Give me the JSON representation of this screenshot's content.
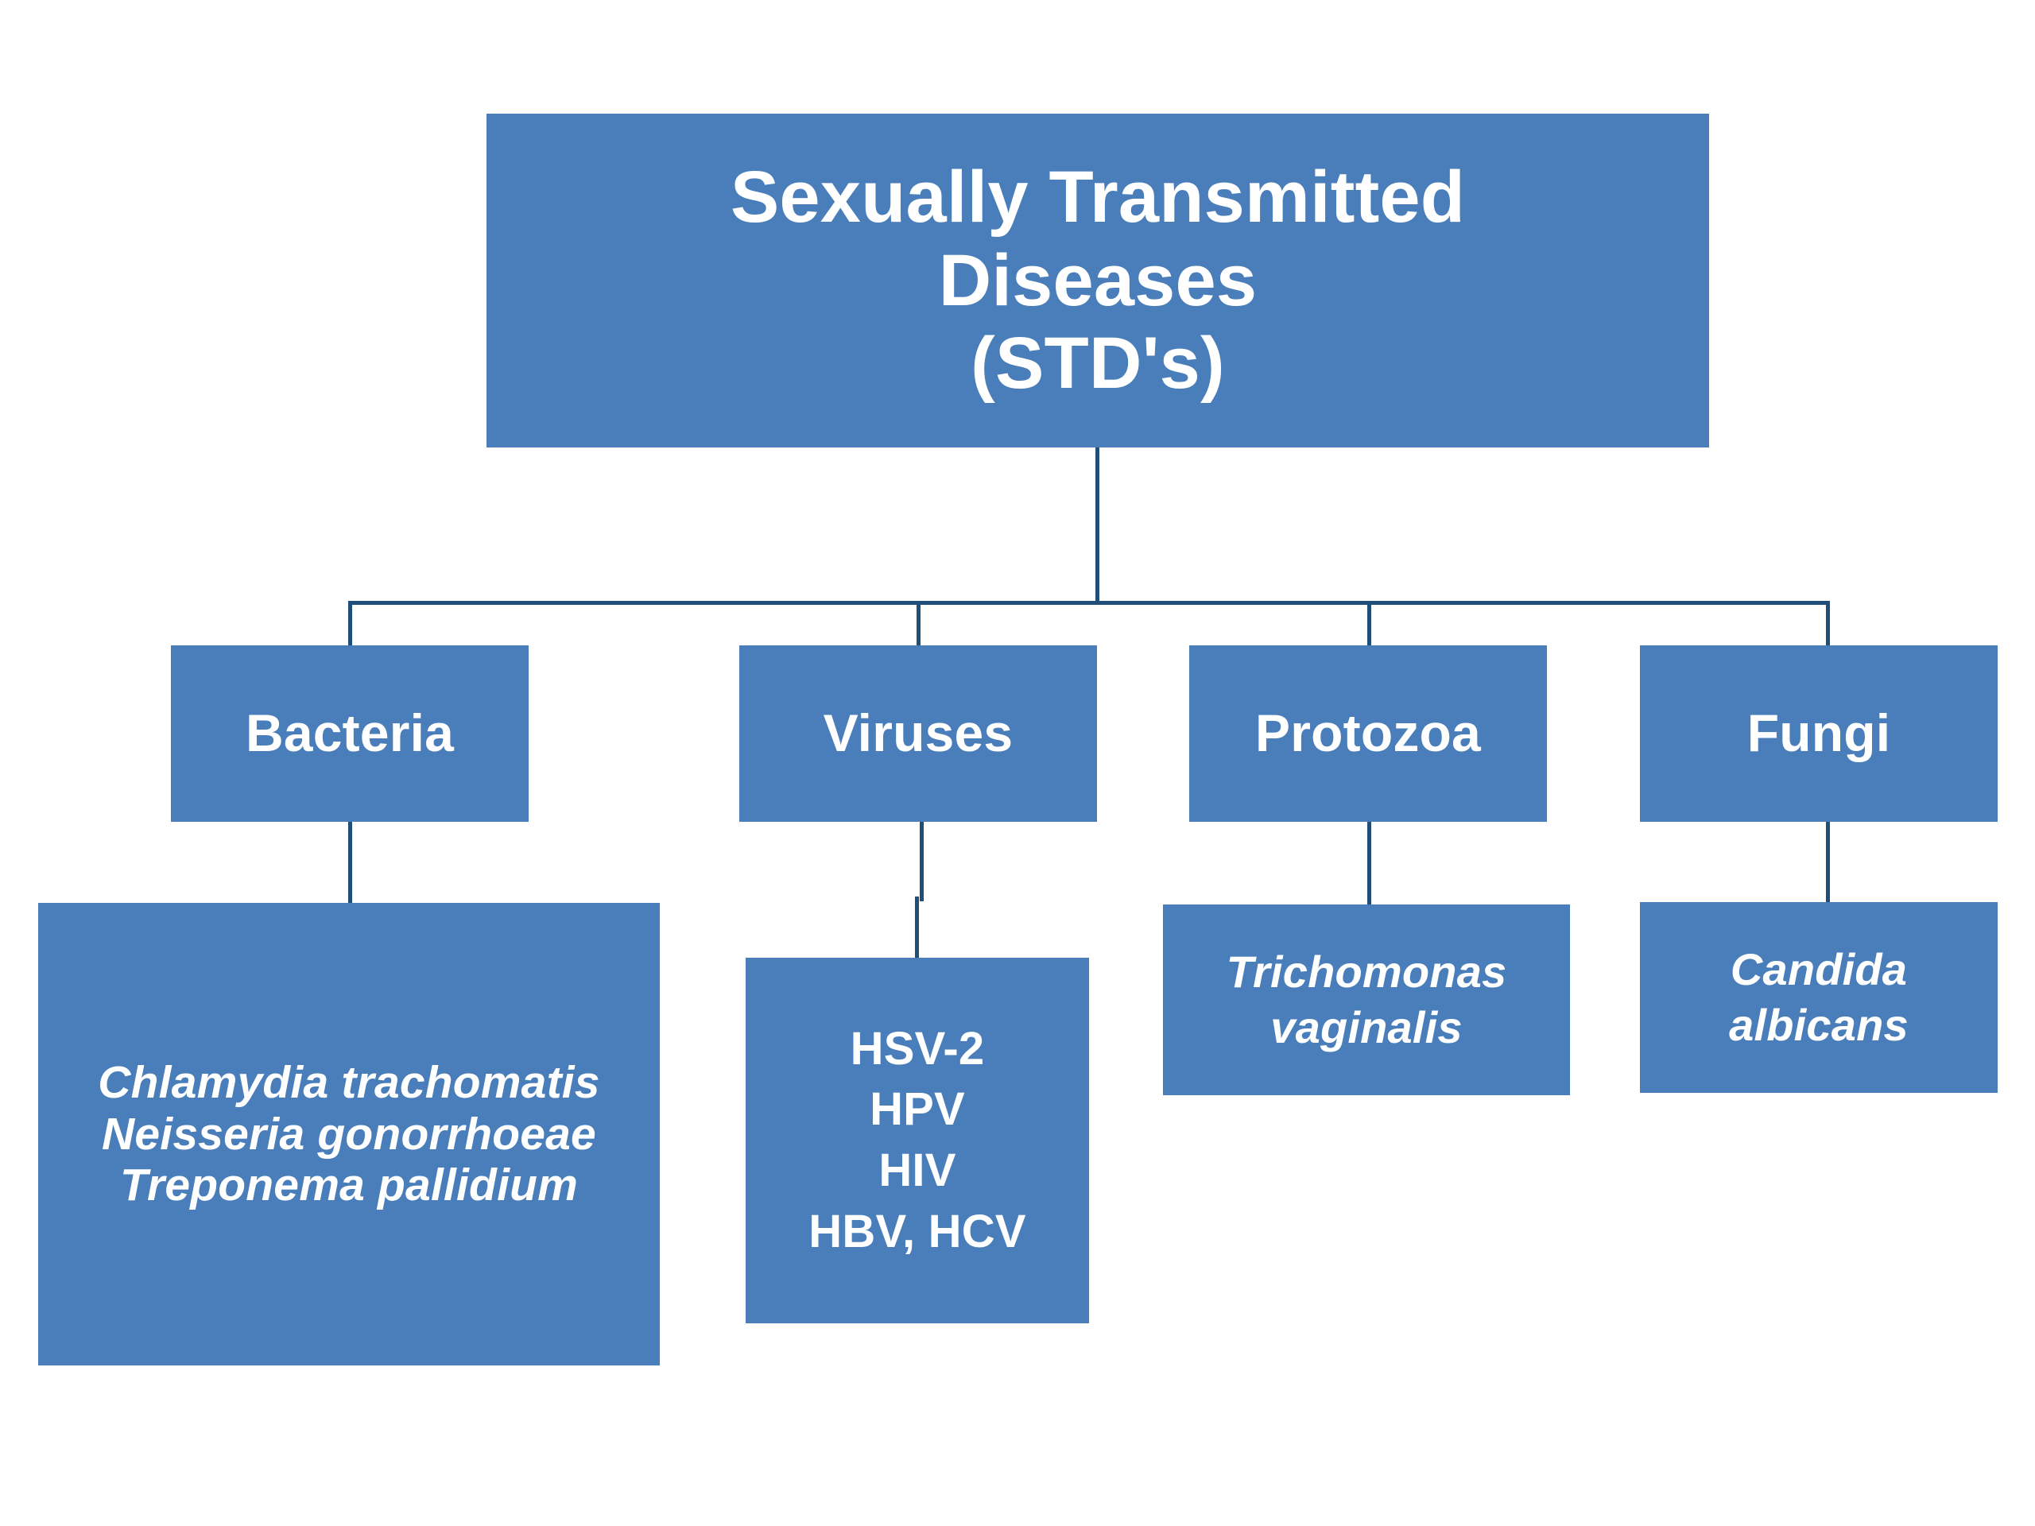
{
  "diagram": {
    "title": "Sexually Transmitted Diseases (STD's)",
    "type": "hierarchy-tree",
    "box_fill_color": "#4a7ebb",
    "box_text_color": "#ffffff",
    "connector_color": "#1f4e79",
    "background_color": "#ffffff"
  },
  "root": {
    "label": "Sexually Transmitted\nDiseases\n(STD's)"
  },
  "categories": [
    {
      "id": "bacteria",
      "label": "Bacteria"
    },
    {
      "id": "viruses",
      "label": "Viruses"
    },
    {
      "id": "protozoa",
      "label": "Protozoa"
    },
    {
      "id": "fungi",
      "label": "Fungi"
    }
  ],
  "leaves": {
    "bacteria": {
      "label": "Chlamydia trachomatis\nNeisseria gonorrhoeae\nTreponema pallidium",
      "items": [
        "Chlamydia trachomatis",
        "Neisseria gonorrhoeae",
        "Treponema pallidium"
      ]
    },
    "viruses": {
      "label": "HSV-2\nHPV\nHIV\nHBV, HCV",
      "items": [
        "HSV-2",
        "HPV",
        "HIV",
        "HBV, HCV"
      ]
    },
    "protozoa": {
      "label": "Trichomonas\nvaginalis",
      "items": [
        "Trichomonas vaginalis"
      ]
    },
    "fungi": {
      "label": "Candida\nalbicans",
      "items": [
        "Candida albicans"
      ]
    }
  }
}
